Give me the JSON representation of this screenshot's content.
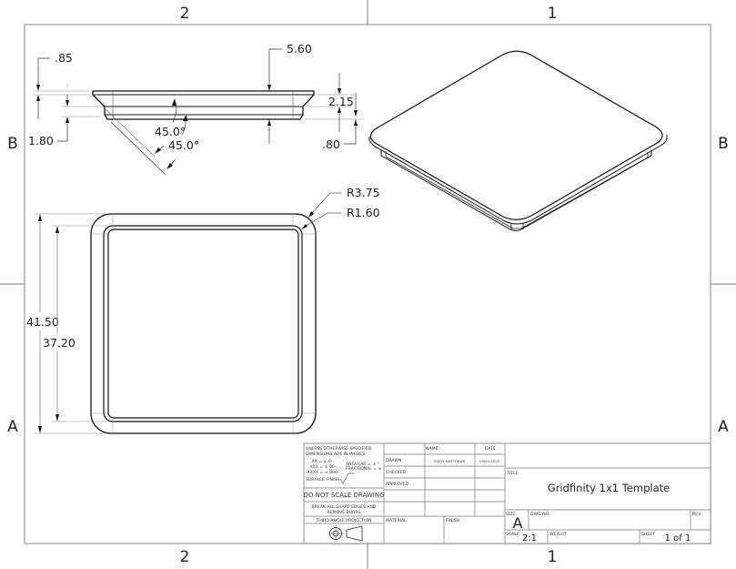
{
  "sheet": {
    "zones_top": [
      "2",
      "1"
    ],
    "zones_bottom": [
      "2",
      "1"
    ],
    "zones_left": [
      "B",
      "A"
    ],
    "zones_right": [
      "B",
      "A"
    ]
  },
  "front_view": {
    "dims": {
      "top_thickness": ".85",
      "total_height": "1.80",
      "width": "5.60",
      "step_height": "2.15",
      "lower_thickness": ".80",
      "angle_1": "45.0°",
      "angle_2": "45.0°"
    }
  },
  "top_view": {
    "dims": {
      "outer_radius": "R3.75",
      "inner_radius": "R1.60",
      "outer_size": "41.50",
      "inner_size": "37.20"
    }
  },
  "title_block": {
    "notes": {
      "line1": "UNLESS OTHERWISE SPECIFIED:",
      "line2": "DIMENSIONS ARE IN INCHES",
      "tol_x": ".XX = ±.0-",
      "tol_xx": ".XXX = ±.00-",
      "tol_xxx": ".XXXX = ±.000-",
      "angular": "ANGULAR = ± °",
      "fractional": "FRACTIONAL = ±",
      "surface_finish": "SURFACE FINISH"
    },
    "do_not_scale": "DO NOT SCALE DRAWING",
    "break_edges_1": "BREAK ALL SHARP EDGES AND",
    "break_edges_2": "REMOVE BURRS",
    "projection": "THIRD ANGLE PROJECTION",
    "header_name": "NAME",
    "header_date": "DATE",
    "rows": [
      {
        "label": "DRAWN",
        "name": "ZIGGY MATTHEWS",
        "date": "05/01/2025"
      },
      {
        "label": "CHECKED",
        "name": "",
        "date": ""
      },
      {
        "label": "APPROVED",
        "name": "",
        "date": ""
      }
    ],
    "material_label": "MATERIAL",
    "finish_label": "FINISH",
    "title_label": "TITLE",
    "title": "Gridfinity 1x1 Template",
    "size_label": "SIZE",
    "size": "A",
    "dwg_no_label": "DWG NO.",
    "rev_label": "REV",
    "scale_label": "SCALE",
    "scale": "2:1",
    "weight_label": "WEIGHT",
    "sheet_label": "SHEET",
    "sheet": "1 of 1"
  }
}
